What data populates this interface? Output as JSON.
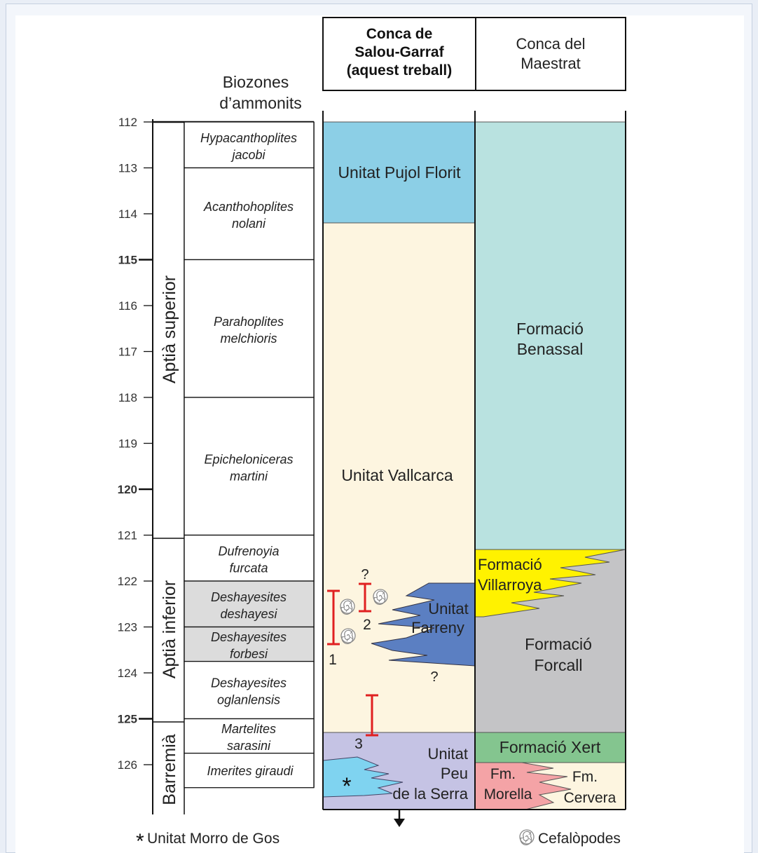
{
  "header": {
    "biozones_line1": "Biozones",
    "biozones_line2": "d’ammonits",
    "salou_line1": "Conca de",
    "salou_line2": "Salou-Garraf",
    "salou_line3": "(aquest treball)",
    "maestrat_line1": "Conca del",
    "maestrat_line2": "Maestrat"
  },
  "age_axis": {
    "ticks": [
      "112",
      "113",
      "114",
      "115",
      "116",
      "117",
      "118",
      "119",
      "120",
      "121",
      "122",
      "123",
      "124",
      "125",
      "126"
    ],
    "bold_ticks": [
      "115",
      "120",
      "125"
    ]
  },
  "stages": {
    "aptia_superior": "Aptià superior",
    "aptia_inferior": "Aptià inferior",
    "barremia": "Barremià"
  },
  "biozones": [
    {
      "line1": "Hypacanthoplites",
      "line2": "jacobi",
      "from": 112,
      "to": 113,
      "shaded": false
    },
    {
      "line1": "Acanthohoplites",
      "line2": "nolani",
      "from": 113,
      "to": 115,
      "shaded": false
    },
    {
      "line1": "Parahoplites",
      "line2": "melchioris",
      "from": 115,
      "to": 118,
      "shaded": false
    },
    {
      "line1": "Epicheloniceras",
      "line2": "martini",
      "from": 118,
      "to": 121,
      "shaded": false
    },
    {
      "line1": "Dufrenoyia",
      "line2": "furcata",
      "from": 121,
      "to": 122,
      "shaded": false
    },
    {
      "line1": "Deshayesites",
      "line2": "deshayesi",
      "from": 122,
      "to": 123,
      "shaded": true
    },
    {
      "line1": "Deshayesites",
      "line2": "forbesi",
      "from": 123,
      "to": 123.75,
      "shaded": true
    },
    {
      "line1": "Deshayesites",
      "line2": "oglanlensis",
      "from": 123.75,
      "to": 125,
      "shaded": false
    },
    {
      "line1": "Martelites",
      "line2": "sarasini",
      "from": 125,
      "to": 125.75,
      "shaded": false
    },
    {
      "line1": "Imerites giraudi",
      "line2": "",
      "from": 125.75,
      "to": 126.5,
      "shaded": false
    }
  ],
  "salou_units": {
    "pujol_florit": "Unitat Pujol Florit",
    "vallcarca": "Unitat Vallcarca",
    "farreny_line1": "Unitat",
    "farreny_line2": "Farreny",
    "peu_line1": "Unitat",
    "peu_line2": "Peu",
    "peu_line3": "de la Serra",
    "question_mark": "?",
    "sample_1": "1",
    "sample_2": "2",
    "sample_3": "3",
    "morro_symbol": "*"
  },
  "maestrat_units": {
    "benassal_line1": "Formació",
    "benassal_line2": "Benassal",
    "villarroya_line1": "Formació",
    "villarroya_line2": "Villarroya",
    "forcall_line1": "Formació",
    "forcall_line2": "Forcall",
    "xert": "Formació Xert",
    "morella_line1": "Fm.",
    "morella_line2": "Morella",
    "cervera_line1": "Fm.",
    "cervera_line2": "Cervera"
  },
  "legend": {
    "morro_symbol": "*",
    "morro_label": "Unitat Morro de Gos",
    "cephalopod_label": "Cefalòpodes",
    "cephalopod_icon": "ammonite-icon"
  },
  "colors": {
    "pujol_florit": "#8ccfe6",
    "vallcarca": "#fdf5e0",
    "benassal": "#b9e2e0",
    "farreny": "#5b7fc2",
    "villarroya": "#fff200",
    "forcall": "#c4c4c6",
    "xert": "#84c58f",
    "peu_de_la_serra": "#c5c3e4",
    "morro_de_gos": "#7fd3f0",
    "morella": "#f4a3a6",
    "cervera": "#fdf5e0",
    "range_bar": "#e02020",
    "shaded_biozone": "#dcdcdc"
  }
}
